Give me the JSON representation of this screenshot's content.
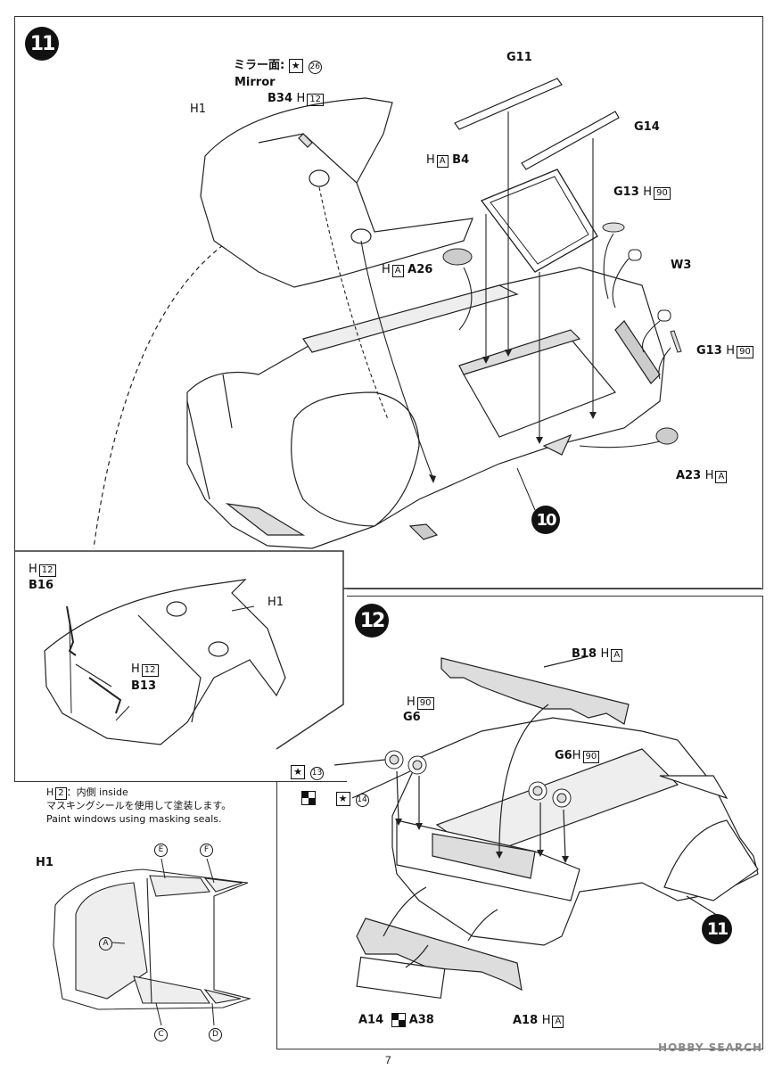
{
  "page_number": "7",
  "watermark": "HOBBY SEARCH",
  "steps": {
    "s11": {
      "number": "11"
    },
    "s12": {
      "number": "12"
    },
    "s10ref": {
      "number": "10"
    },
    "s11ref": {
      "number": "11"
    }
  },
  "step11": {
    "mirror_jp": "ミラー面:",
    "mirror_color": "26",
    "mirror_en": "Mirror",
    "labels": {
      "H1": "H1",
      "B34": "B34",
      "B34_color": "12",
      "G11": "G11",
      "G14": "G14",
      "B4": "B4",
      "B4_color": "A",
      "G13a": "G13",
      "G13a_color": "90",
      "A26": "A26",
      "A26_color": "A",
      "W3": "W3",
      "G13b": "G13",
      "G13b_color": "90",
      "A23": "A23",
      "A23_color": "A"
    },
    "detail": {
      "B16_color": "12",
      "B16": "B16",
      "H1": "H1",
      "B13_color": "12",
      "B13": "B13"
    },
    "masking": {
      "color": "2",
      "line1": "：内側 inside",
      "line2": "マスキングシールを使用して塗装します。",
      "line3": "Paint windows using masking seals.",
      "H1": "H1",
      "seals": [
        "E",
        "F",
        "A",
        "C",
        "D"
      ]
    }
  },
  "step12": {
    "labels": {
      "B18": "B18",
      "B18_color": "A",
      "G6a_color": "90",
      "G6a": "G6",
      "G6b": "G6",
      "G6b_color": "90",
      "c13": "13",
      "c14": "14",
      "A14": "A14",
      "A38": "A38",
      "A18": "A18",
      "A18_color": "A"
    }
  },
  "prefix_H": "H",
  "star_glyph": "★"
}
